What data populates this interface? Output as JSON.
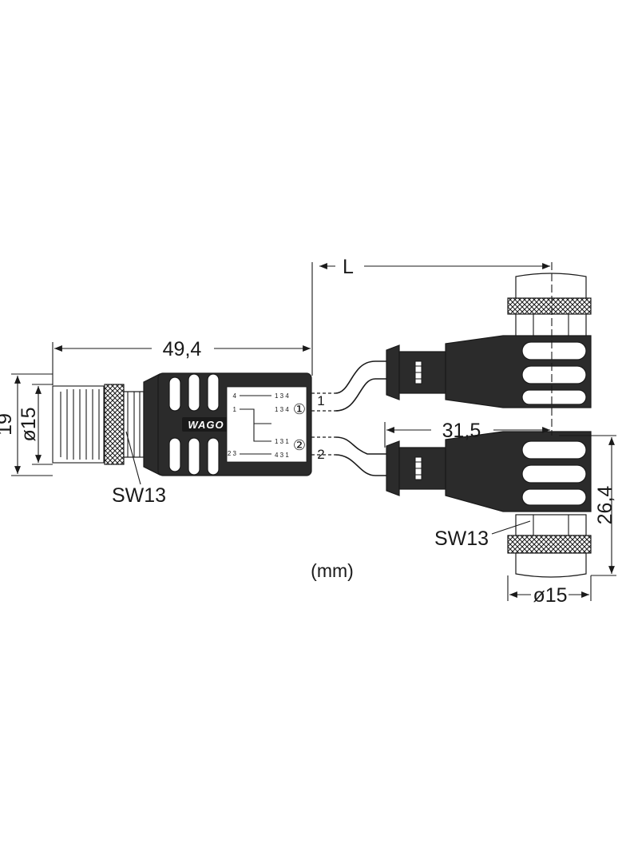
{
  "labels": {
    "length_left": "49,4",
    "length_L": "L",
    "height_19": "19",
    "dia_left": "ø15",
    "wrench_left": "SW13",
    "offset_right": "31,5",
    "height_right": "26,4",
    "wrench_right": "SW13",
    "dia_right": "ø15",
    "units": "(mm)",
    "branch_1": "1",
    "branch_2": "2",
    "port_1": "①",
    "port_2": "②",
    "logo": "WAGO"
  },
  "pin_labels": {
    "pin_top_left": "4",
    "pin_mid_left_1": "1",
    "pin_top_right": "1 3 4",
    "pin_mid_right": "1 3 4",
    "pin_low_right": "1 3 1",
    "pin_bottom_left_1": "2 3",
    "pin_bottom_right": "4 3 1"
  }
}
